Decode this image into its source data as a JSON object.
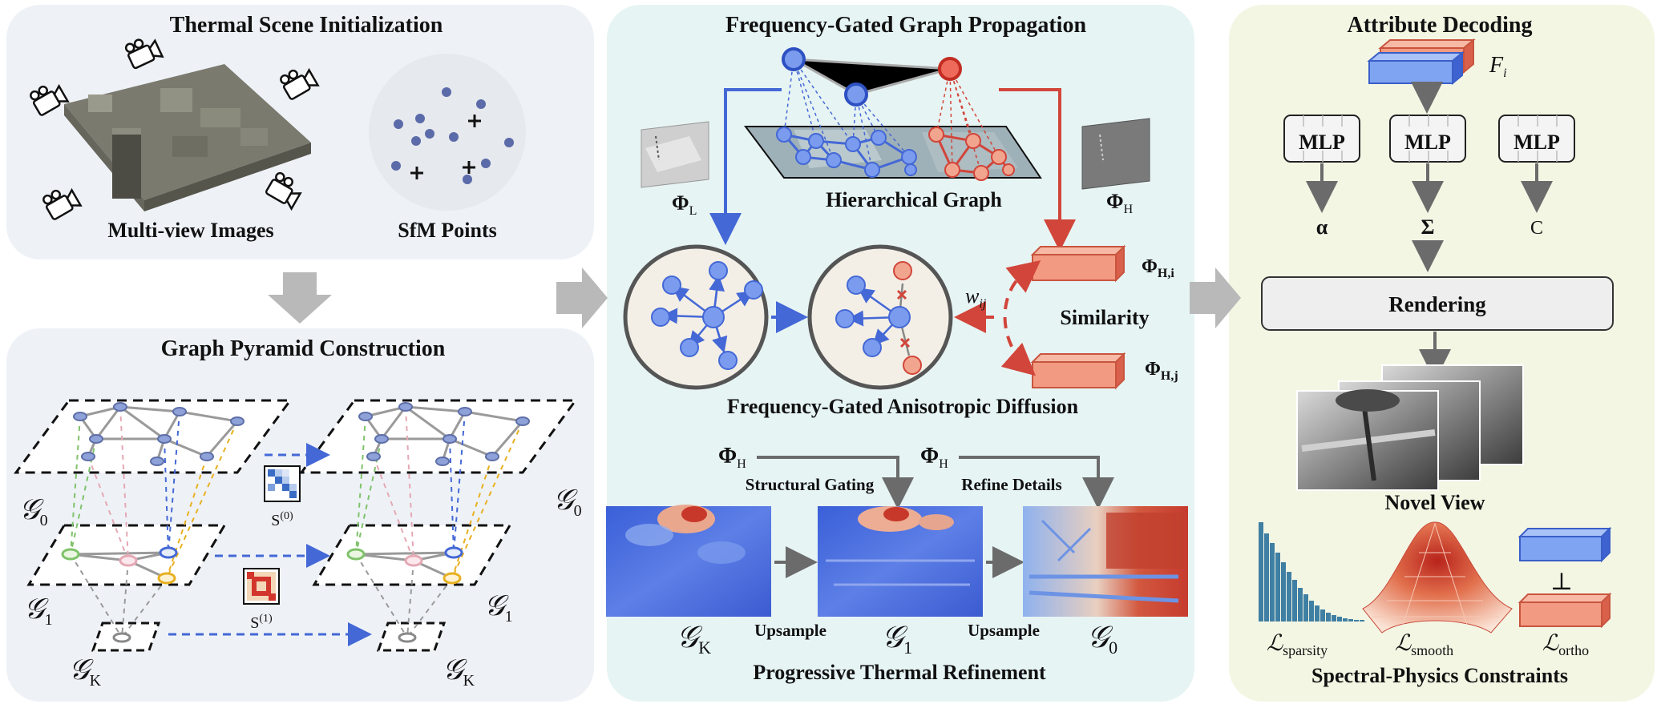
{
  "panels": {
    "thermal_init": {
      "title": "Thermal Scene Initialization",
      "multiview_label": "Multi-view Images",
      "sfm_label": "SfM Points"
    },
    "pyramid": {
      "title": "Graph Pyramid Construction",
      "g0": "𝒢",
      "g0_sub": "0",
      "g1": "𝒢",
      "g1_sub": "1",
      "gk": "𝒢",
      "gk_sub": "K",
      "s0": "S",
      "s0_sup": "(0)",
      "s1": "S",
      "s1_sup": "(1)"
    },
    "propagation": {
      "title": "Frequency-Gated Graph Propagation",
      "hier_graph_label": "Hierarchical Graph",
      "phi": "Φ",
      "phi_l_sub": "L",
      "phi_h_sub": "H",
      "phi_hi_sub": "H,i",
      "phi_hj_sub": "H,j",
      "similarity_label": "Similarity",
      "wij": "w",
      "wij_sub": "ij",
      "diffusion_label": "Frequency-Gated Anisotropic Diffusion",
      "structural_gating": "Structural Gating",
      "refine_details": "Refine Details",
      "upsample_1": "Upsample",
      "upsample_2": "Upsample",
      "gk": "𝒢",
      "gk_sub": "K",
      "g1": "𝒢",
      "g1_sub": "1",
      "g0": "𝒢",
      "g0_sub": "0",
      "refinement_label": "Progressive Thermal Refinement"
    },
    "decoding": {
      "title": "Attribute Decoding",
      "fi": "F",
      "fi_sub": "i",
      "mlp_labels": [
        "MLP",
        "MLP",
        "MLP"
      ],
      "outputs": [
        "α",
        "Σ",
        "C"
      ],
      "rendering_label": "Rendering",
      "novel_view_label": "Novel View",
      "loss_symbol": "ℒ",
      "loss_subs": [
        "sparsity",
        "smooth",
        "ortho"
      ],
      "perp_symbol": "⊥",
      "constraints_label": "Spectral-Physics Constraints"
    }
  },
  "colors": {
    "blue_node": "#6f8fe8",
    "red_node": "#ee9177",
    "panel_left": "#eef2f7",
    "panel_mid": "#e7f4f4",
    "panel_right": "#f4f6e4"
  }
}
